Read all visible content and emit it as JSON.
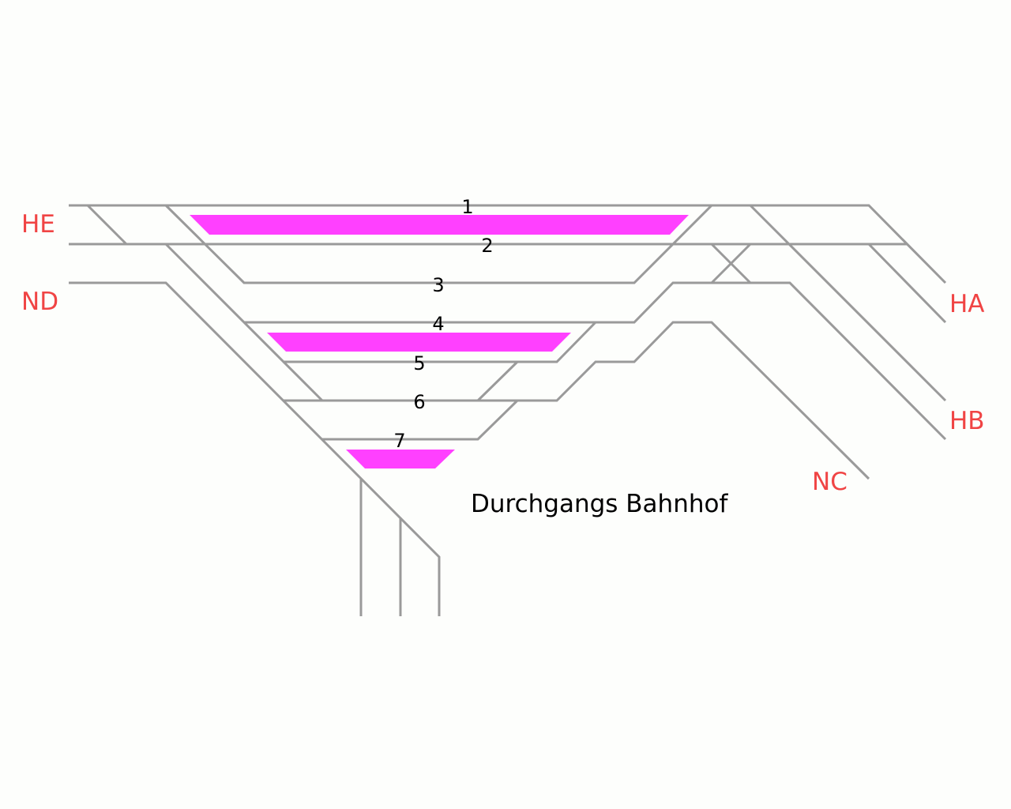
{
  "title": "Durchgangs Bahnhof",
  "colors": {
    "track": "#9a9a9a",
    "platform": "#ff40ff",
    "direction_label": "#f04444"
  },
  "track_numbers": [
    "1",
    "2",
    "3",
    "4",
    "5",
    "6",
    "7"
  ],
  "directions": {
    "he": "HE",
    "nd": "ND",
    "ha": "HA",
    "hb": "HB",
    "nc": "NC"
  }
}
